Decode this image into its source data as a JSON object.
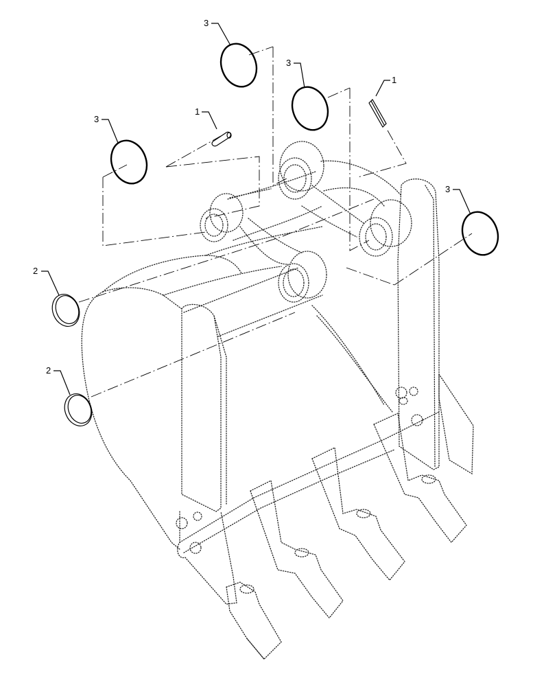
{
  "callouts": [
    {
      "id": "c3a",
      "label": "3"
    },
    {
      "id": "c3b",
      "label": "3"
    },
    {
      "id": "c3c",
      "label": "3"
    },
    {
      "id": "c3d",
      "label": "3"
    },
    {
      "id": "c1a",
      "label": "1"
    },
    {
      "id": "c1b",
      "label": "1"
    },
    {
      "id": "c2a",
      "label": "2"
    },
    {
      "id": "c2b",
      "label": "2"
    }
  ]
}
